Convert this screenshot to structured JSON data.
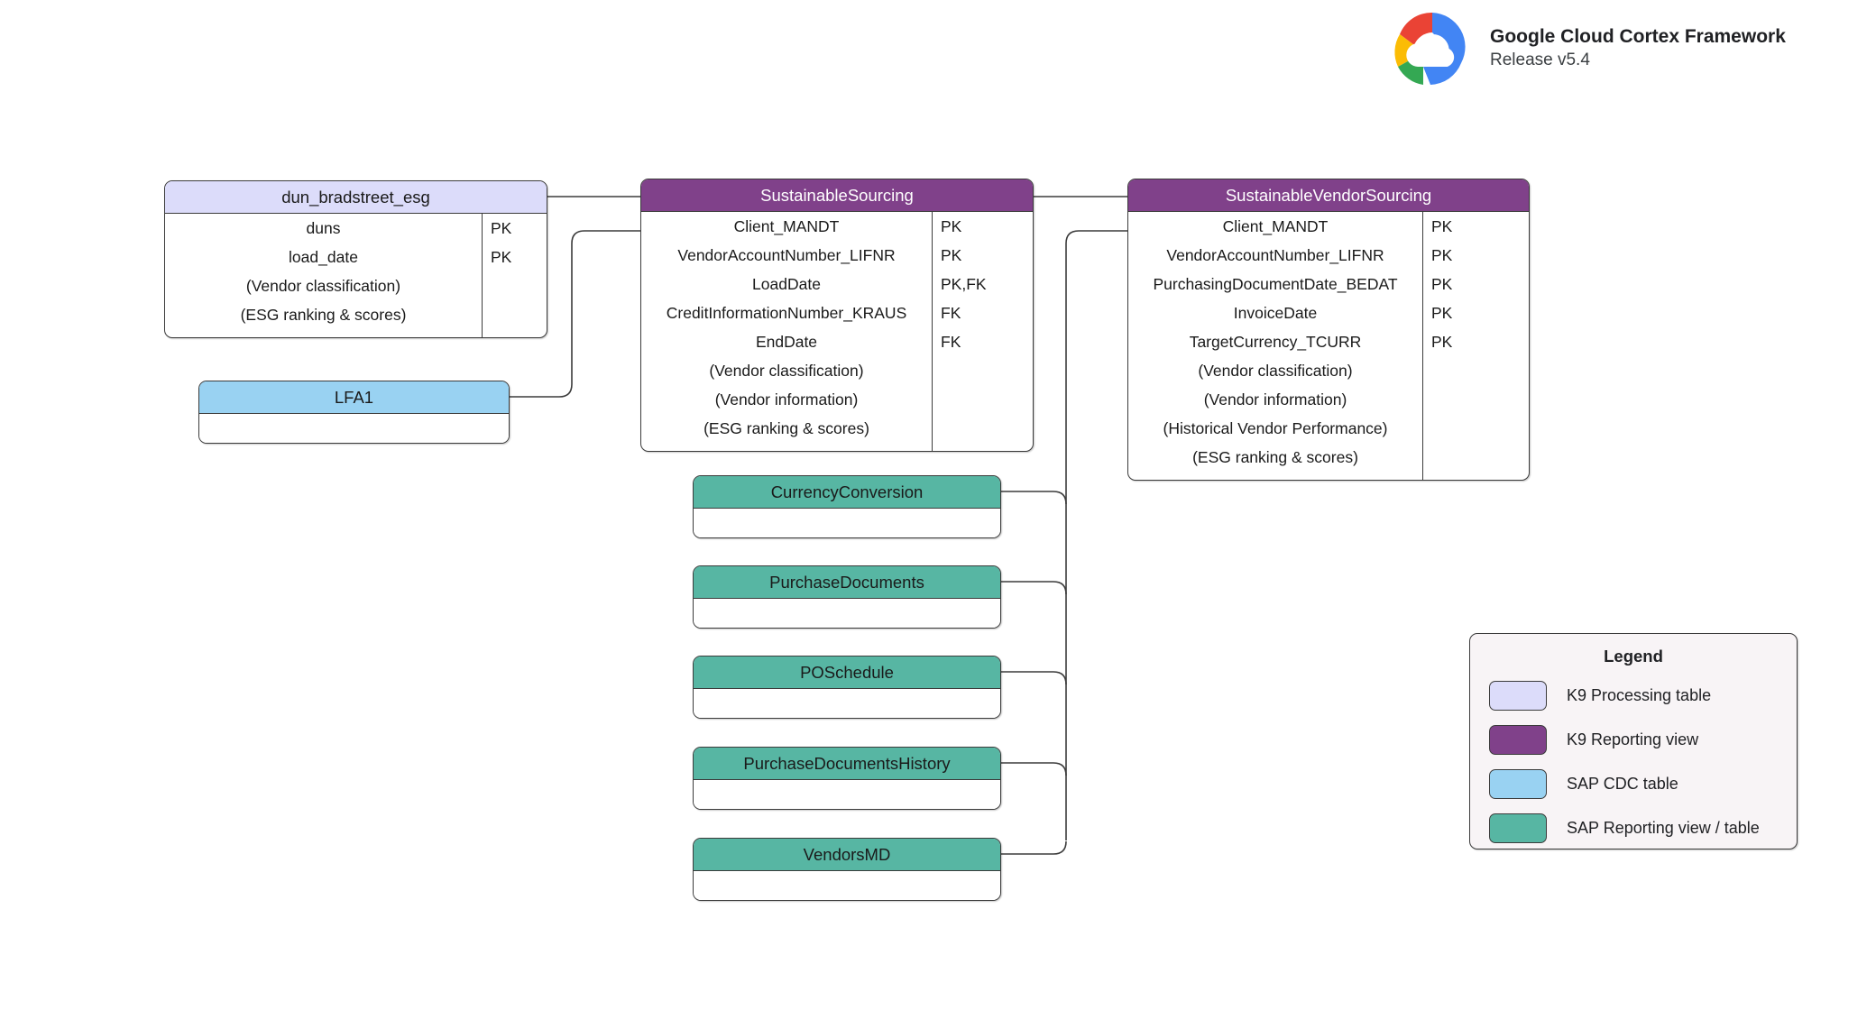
{
  "brand": {
    "logo_icon": "google-cloud-logo",
    "title": "Google Cloud Cortex Framework",
    "release": "Release v5.4"
  },
  "colors": {
    "k9_processing_table": "#dcdcfa",
    "k9_reporting_view": "#80418a",
    "sap_cdc_table": "#99d2f2",
    "sap_reporting_view": "#57b6a3",
    "border": "#3b3b3b",
    "legend_background": "#f8f4f6"
  },
  "entities": [
    {
      "id": "dun-bradstreet-esg",
      "title": "dun_bradstreet_esg",
      "style": "lavender",
      "fields": [
        "duns",
        "load_date",
        "(Vendor classification)",
        "(ESG ranking & scores)"
      ],
      "keys": [
        "PK",
        "PK",
        "",
        ""
      ]
    },
    {
      "id": "sustainable-sourcing",
      "title": "SustainableSourcing",
      "style": "purple",
      "fields": [
        "Client_MANDT",
        "VendorAccountNumber_LIFNR",
        "LoadDate",
        "CreditInformationNumber_KRAUS",
        "EndDate",
        "(Vendor classification)",
        "(Vendor information)",
        "(ESG ranking & scores)"
      ],
      "keys": [
        "PK",
        "PK",
        "PK,FK",
        "FK",
        "FK",
        "",
        "",
        ""
      ]
    },
    {
      "id": "sustainable-vendor-sourcing",
      "title": "SustainableVendorSourcing",
      "style": "purple",
      "fields": [
        "Client_MANDT",
        "VendorAccountNumber_LIFNR",
        "PurchasingDocumentDate_BEDAT",
        "InvoiceDate",
        "TargetCurrency_TCURR",
        "(Vendor classification)",
        "(Vendor information)",
        "(Historical Vendor Performance)",
        "(ESG ranking & scores)"
      ],
      "keys": [
        "PK",
        "PK",
        "PK",
        "PK",
        "PK",
        "",
        "",
        "",
        ""
      ]
    },
    {
      "id": "lfa1",
      "title": "LFA1",
      "style": "blue",
      "fields": [],
      "keys": []
    },
    {
      "id": "currency-conversion",
      "title": "CurrencyConversion",
      "style": "teal",
      "fields": [],
      "keys": []
    },
    {
      "id": "purchase-documents",
      "title": "PurchaseDocuments",
      "style": "teal",
      "fields": [],
      "keys": []
    },
    {
      "id": "po-schedule",
      "title": "POSchedule",
      "style": "teal",
      "fields": [],
      "keys": []
    },
    {
      "id": "purchase-documents-history",
      "title": "PurchaseDocumentsHistory",
      "style": "teal",
      "fields": [],
      "keys": []
    },
    {
      "id": "vendors-md",
      "title": "VendorsMD",
      "style": "teal",
      "fields": [],
      "keys": []
    }
  ],
  "legend": {
    "title": "Legend",
    "items": [
      {
        "label": "K9 Processing table",
        "color": "#dcdcfa"
      },
      {
        "label": "K9 Reporting view",
        "color": "#80418a"
      },
      {
        "label": "SAP CDC table",
        "color": "#99d2f2"
      },
      {
        "label": "SAP Reporting view / table",
        "color": "#57b6a3"
      }
    ]
  }
}
